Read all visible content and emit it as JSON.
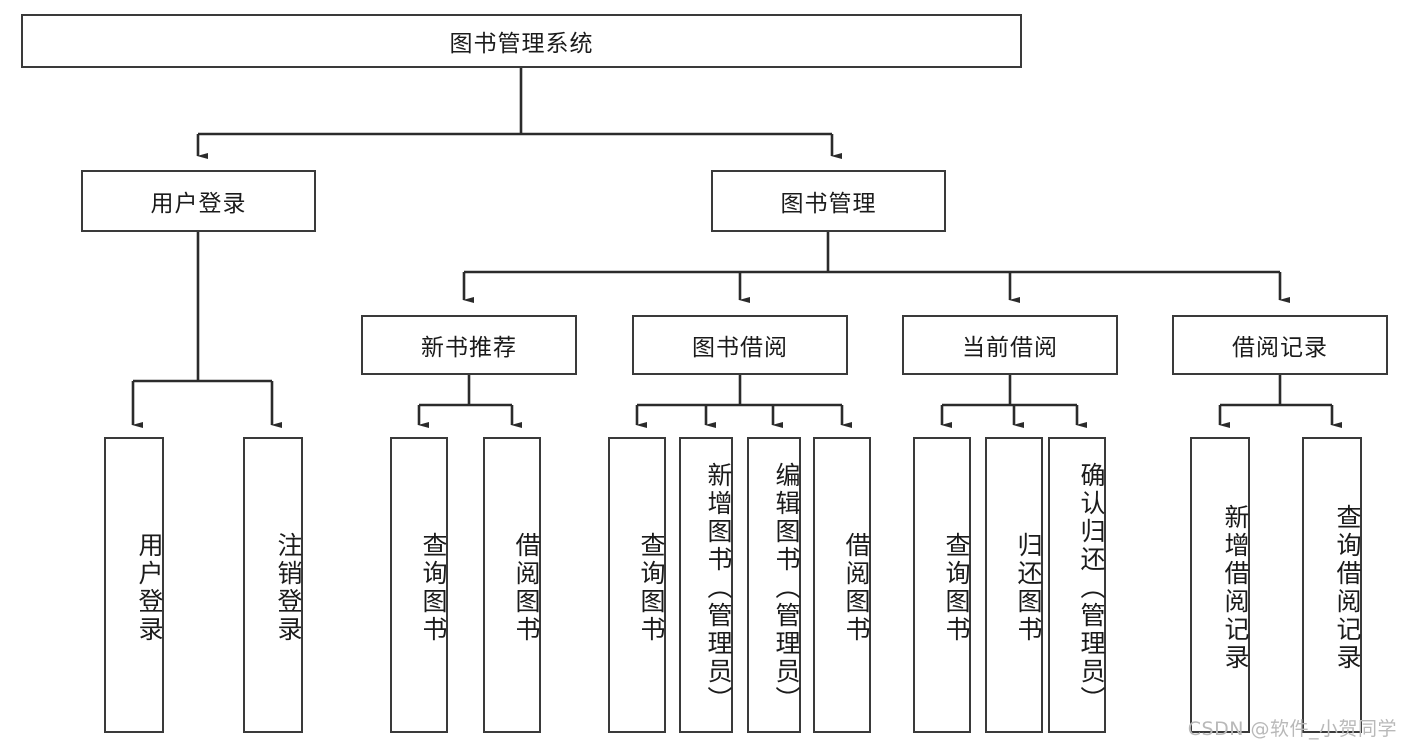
{
  "diagram": {
    "type": "tree",
    "title": "图书管理系统",
    "watermark": "CSDN @软件_小贺同学",
    "colors": {
      "box_border": "#3a3a3a",
      "box_fill": "#ffffff",
      "link": "#2b2b2b",
      "text": "#1b1b1b",
      "watermark": "#b9b9b9",
      "background": "#ffffff"
    },
    "levels": {
      "root": {
        "label": "图书管理系统"
      },
      "level2": [
        {
          "label": "用户登录"
        },
        {
          "label": "图书管理"
        }
      ],
      "level3": [
        {
          "label": "新书推荐"
        },
        {
          "label": "图书借阅"
        },
        {
          "label": "当前借阅"
        },
        {
          "label": "借阅记录"
        }
      ],
      "leaves": [
        {
          "label": "用户登录",
          "parent": "用户登录"
        },
        {
          "label": "注销登录",
          "parent": "用户登录"
        },
        {
          "label": "查询图书",
          "parent": "新书推荐"
        },
        {
          "label": "借阅图书",
          "parent": "新书推荐"
        },
        {
          "label": "查询图书",
          "parent": "图书借阅"
        },
        {
          "label": "新增图书（管理员）",
          "parent": "图书借阅"
        },
        {
          "label": "编辑图书（管理员）",
          "parent": "图书借阅"
        },
        {
          "label": "借阅图书",
          "parent": "图书借阅"
        },
        {
          "label": "查询图书",
          "parent": "当前借阅"
        },
        {
          "label": "归还图书",
          "parent": "当前借阅"
        },
        {
          "label": "确认归还（管理员）",
          "parent": "当前借阅"
        },
        {
          "label": "新增借阅记录",
          "parent": "借阅记录"
        },
        {
          "label": "查询借阅记录",
          "parent": "借阅记录"
        }
      ]
    }
  }
}
